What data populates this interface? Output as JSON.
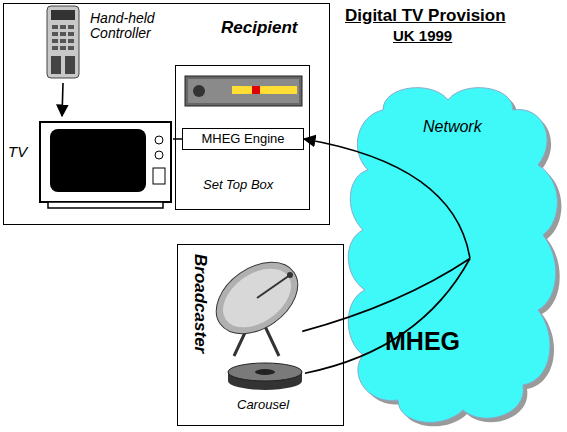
{
  "diagram": {
    "title": "Digital TV Provision",
    "nodes": [
      {
        "text": [
          "Recipient"
        ]
      },
      {
        "text": [
          "Hand-held Controller"
        ],
        "in": 0
      },
      {
        "text": [
          "TV"
        ],
        "in": 0
      },
      {
        "text": [
          "Set Top Box"
        ],
        "in": 0
      },
      {
        "text": [
          "MHEG Engine"
        ],
        "in": 3
      },
      {
        "text": [
          "Network",
          "MHEG"
        ]
      },
      {
        "text": [
          "Broadcaster"
        ]
      },
      {
        "text": [
          "Carousel"
        ],
        "in": 6
      }
    ],
    "edges": [
      {
        "from": 1,
        "to": 2,
        "arrow": "to"
      },
      {
        "from": 4,
        "to": 2,
        "arrow": "none"
      },
      {
        "from": 5,
        "to": 4,
        "arrow": "to"
      },
      {
        "from": 6,
        "to": 5,
        "arrow": "none"
      },
      {
        "from": 7,
        "to": 5,
        "arrow": "none"
      }
    ],
    "labels": [
      "UK 1999"
    ]
  }
}
